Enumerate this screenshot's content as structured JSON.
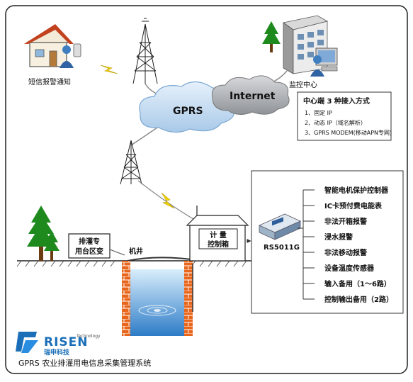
{
  "sms_label": "短信报警通知",
  "monitor_label": "监控中心",
  "gprs_label": "GPRS",
  "internet_label": "Internet",
  "access_box": {
    "title": "中心端 3 种接入方式",
    "items": [
      "1、固定 IP",
      "2、动态 IP（域名解析）",
      "3、GPRS MODEM(移动APN专网)"
    ]
  },
  "device_model": "RS5011G",
  "functions": [
    "智能电机保护控制器",
    "IC卡预付费电能表",
    "非法开箱报警",
    "浸水报警",
    "非法移动报警",
    "设备温度传感器",
    "输入备用（1～6路）",
    "控制输出备用（2路）"
  ],
  "substation_label": [
    "排灌专",
    "用台区变"
  ],
  "well_label": "机井",
  "meter_box_label": [
    "计 量",
    "控制箱"
  ],
  "logo": {
    "brand": "RISEN",
    "cn": "瑞申科技",
    "tag": "Technology"
  },
  "footer_title": "GPRS 农业排灌用电信息采集管理系统",
  "colors": {
    "cloud": "#c9dff2",
    "brick": "#e86a1a",
    "green": "#1e8a1e",
    "accent": "#1a6fb8"
  }
}
